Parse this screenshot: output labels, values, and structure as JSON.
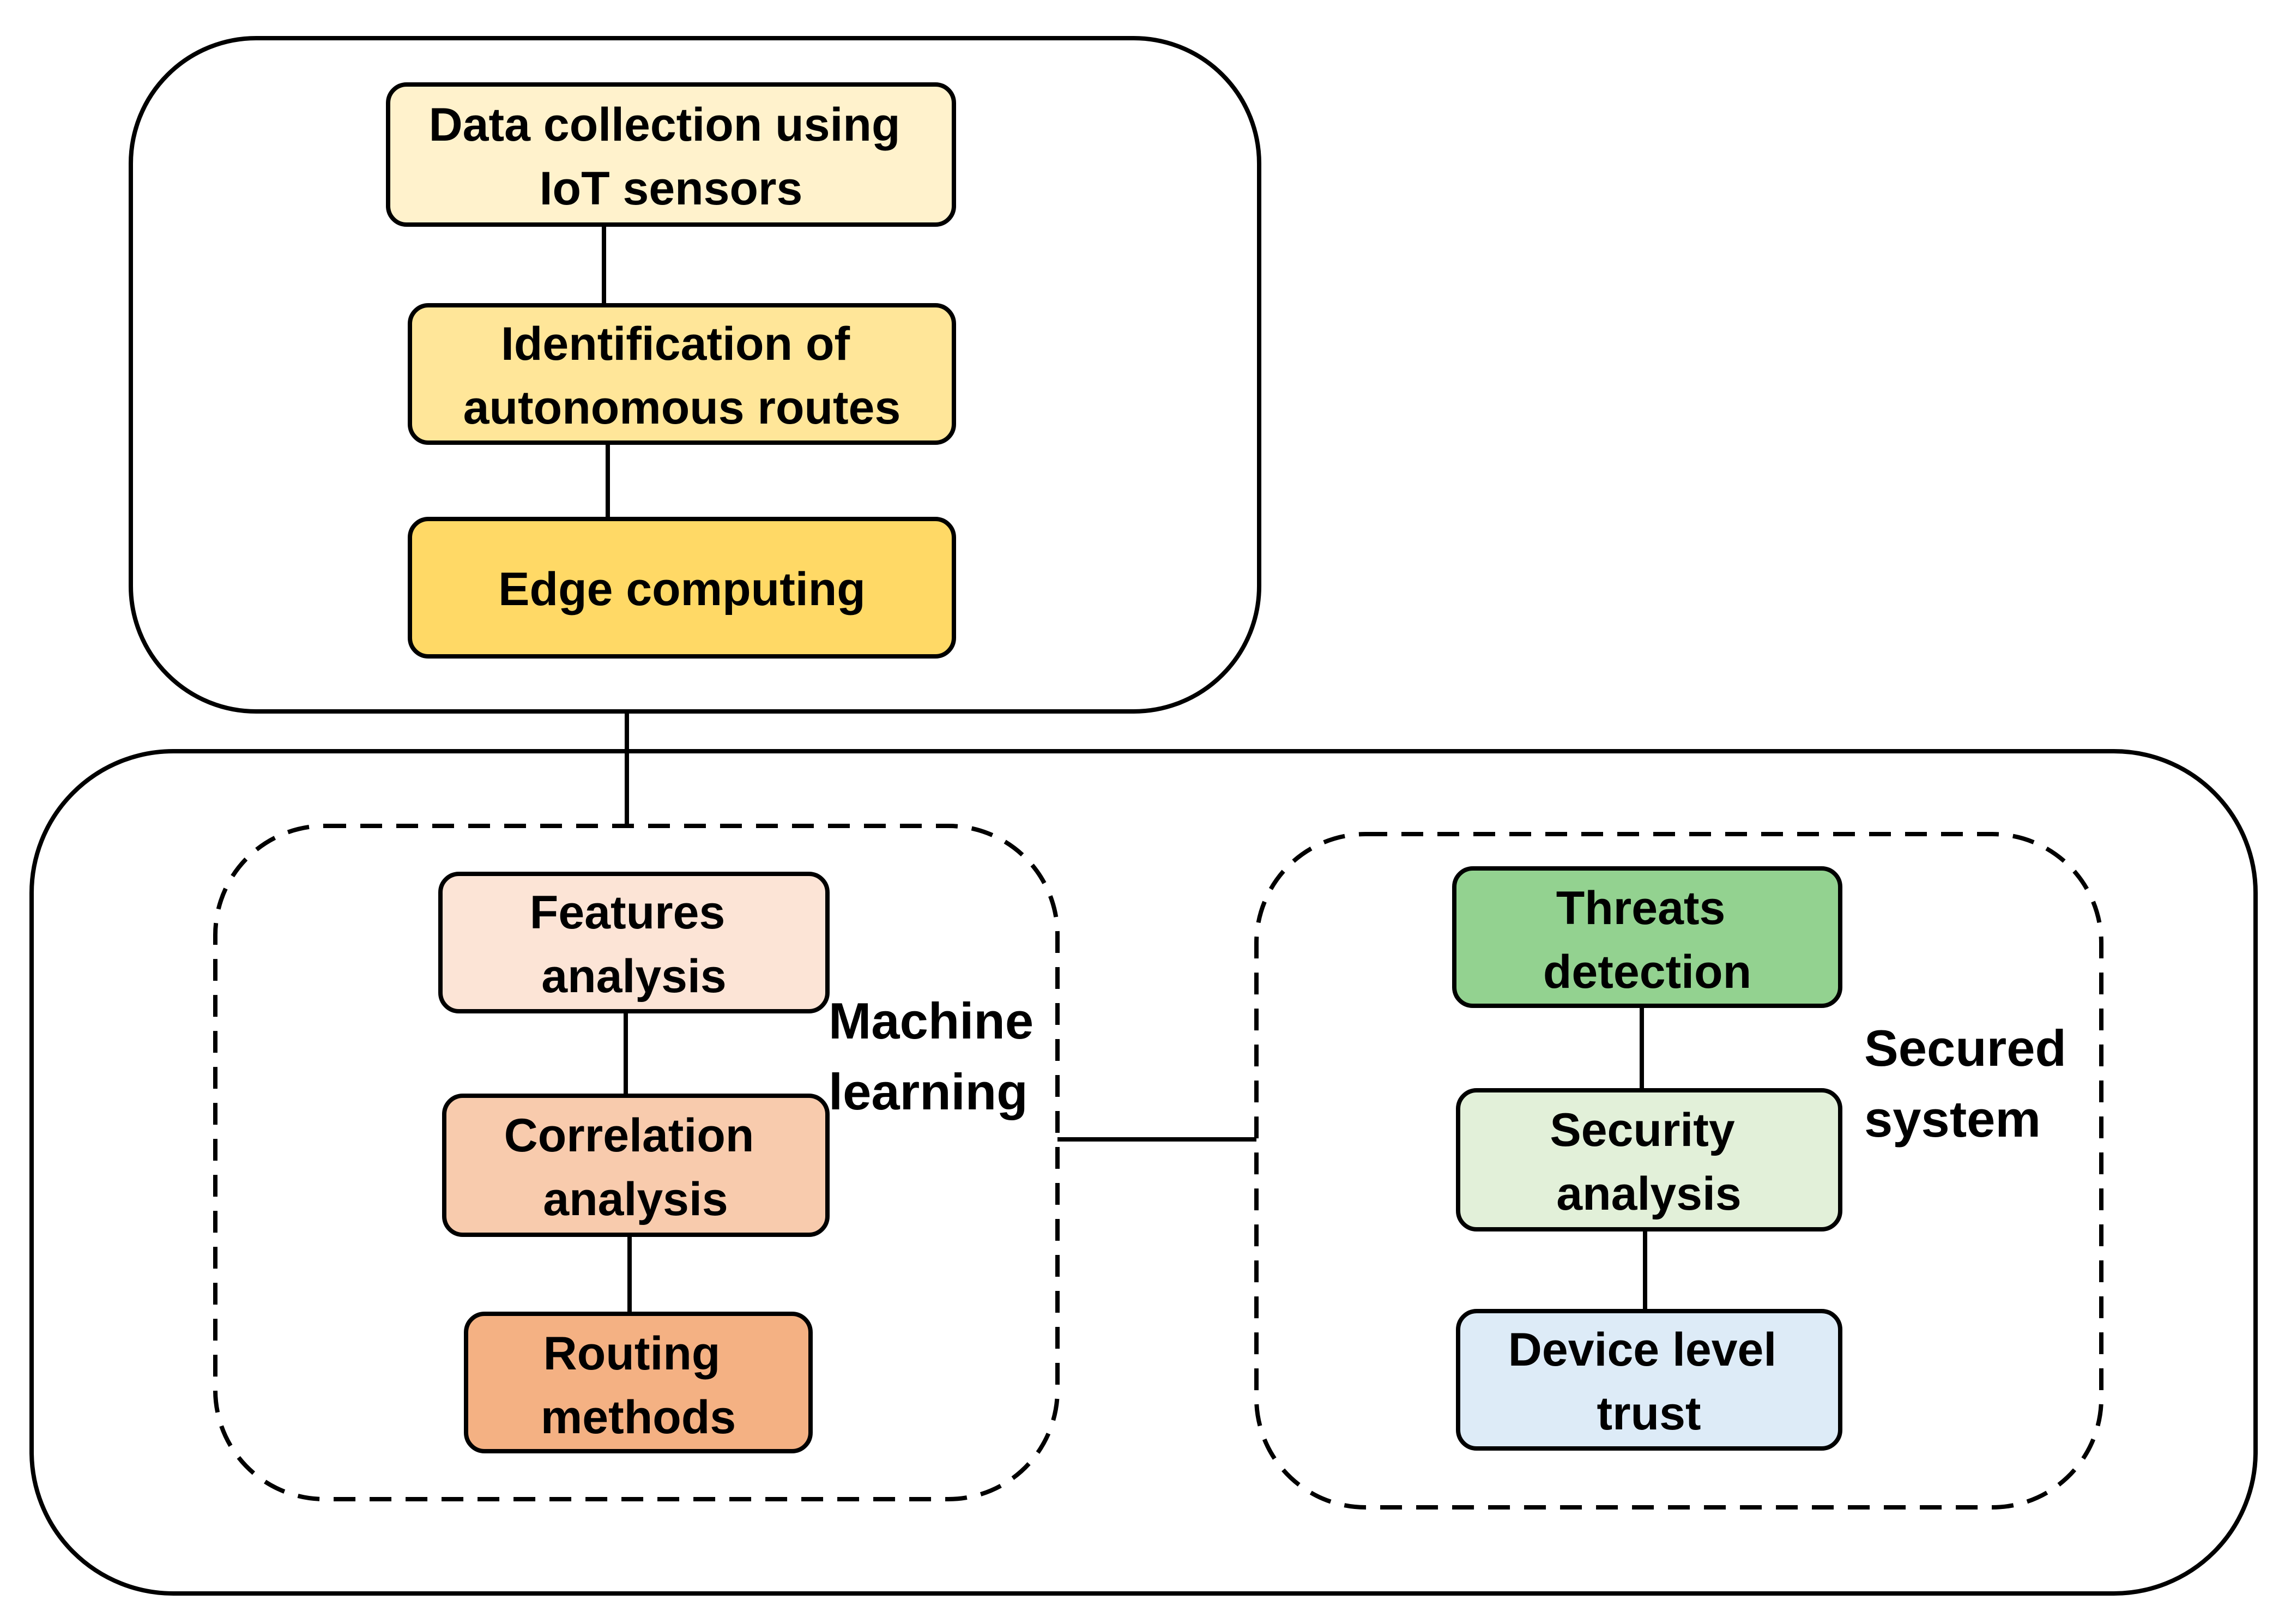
{
  "colors": {
    "data_collection": "#FFF2CC",
    "identification": "#FFE699",
    "edge_computing": "#FFD966",
    "features_analysis": "#FCE4D6",
    "correlation_analysis": "#F8CBAD",
    "routing_methods": "#F4B183",
    "threats_detection": "#93D290",
    "security_analysis": "#E2F0D9",
    "device_level_trust": "#DDEBF7"
  },
  "top_group": {
    "boxes": {
      "data_collection": [
        "Data collection using",
        "IoT sensors"
      ],
      "identification": [
        "Identification of",
        "autonomous routes"
      ],
      "edge_computing": [
        "Edge computing"
      ]
    }
  },
  "machine_learning_group": {
    "label": [
      "Machine",
      "learning"
    ],
    "boxes": {
      "features_analysis": [
        "Features",
        "analysis"
      ],
      "correlation_analysis": [
        "Correlation",
        "analysis"
      ],
      "routing_methods": [
        "Routing",
        "methods"
      ]
    }
  },
  "secured_system_group": {
    "label": [
      "Secured",
      "system"
    ],
    "boxes": {
      "threats_detection": [
        "Threats",
        "detection"
      ],
      "security_analysis": [
        "Security",
        "analysis"
      ],
      "device_level_trust": [
        "Device level",
        "trust"
      ]
    }
  }
}
